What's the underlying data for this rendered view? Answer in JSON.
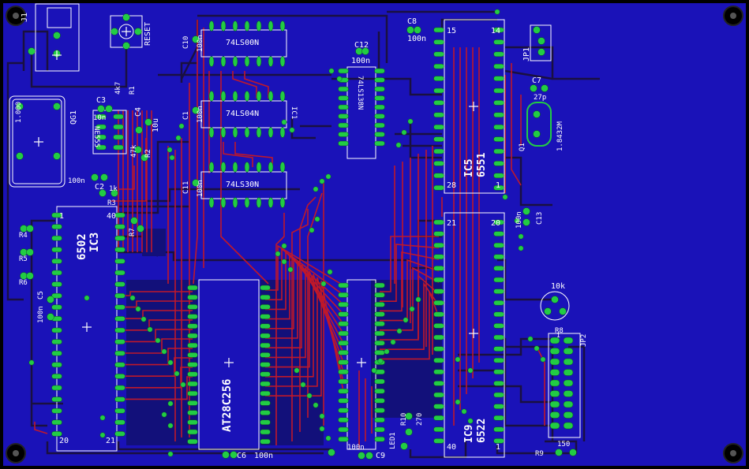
{
  "board": {
    "bg_color": "#1a12b8",
    "trace_top": "#c0182a",
    "trace_bottom": "#1a1040",
    "pad_color": "#22cc44",
    "silk_color": "#ffffff"
  },
  "labels": {
    "j1": "J1",
    "reset": "RESET",
    "c10": "C10",
    "c10_val": "100n",
    "u1": "74LS00N",
    "c8": "C8",
    "c8_val": "100n",
    "pin15": "15",
    "pin14": "14",
    "jp1": "JP1",
    "c12": "C12",
    "c12_val": "100n",
    "r1": "R1",
    "r1_val": "4k7",
    "c3": "C3",
    "c3_val": "10n",
    "c4": "C4",
    "c4_val": "10u",
    "qg1": "QG1",
    "qg1_val": "1.000",
    "ne555": "NE555",
    "r2": "R2",
    "r2_val": "47k",
    "c1": "C1",
    "c1_val": "100n",
    "u2": "74LS04N",
    "ic1": "IC1",
    "u4": "74LS138N",
    "c7": "C7",
    "c7_val": "27p",
    "q1": "Q1",
    "q1_val": "1.8432M",
    "ic5": "IC5",
    "ic5_part": "6551",
    "pin28": "28",
    "pin1": "1",
    "c2": "C2",
    "c2_val": "100n",
    "r3": "R3",
    "r3_val": "1k",
    "c11": "C11",
    "c11_val": "100n",
    "u3": "74LS30N",
    "c13": "C13",
    "c13_val": "100n",
    "r4": "R4",
    "r5": "R5",
    "r6": "R6",
    "r7": "R7",
    "ic3": "IC3",
    "ic3_part": "6502",
    "pin40": "40",
    "pin21": "21",
    "pin20": "20",
    "pin21b": "21",
    "pin20b": "20",
    "c5": "C5",
    "c5_val": "100n",
    "ic2": "AT28C256",
    "c6": "C6",
    "c6_val": "100n",
    "c9": "C9",
    "c9_val": "100n",
    "led1": "LED1",
    "r10": "R10",
    "r10_val": "270",
    "ic9": "IC9",
    "ic9_part": "6522",
    "pin40b": "40",
    "pin1b": "1",
    "pot": "10k",
    "r8": "R8",
    "jp2": "JP2",
    "r9": "R9",
    "r9_val": "150",
    "pin1c": "1"
  }
}
